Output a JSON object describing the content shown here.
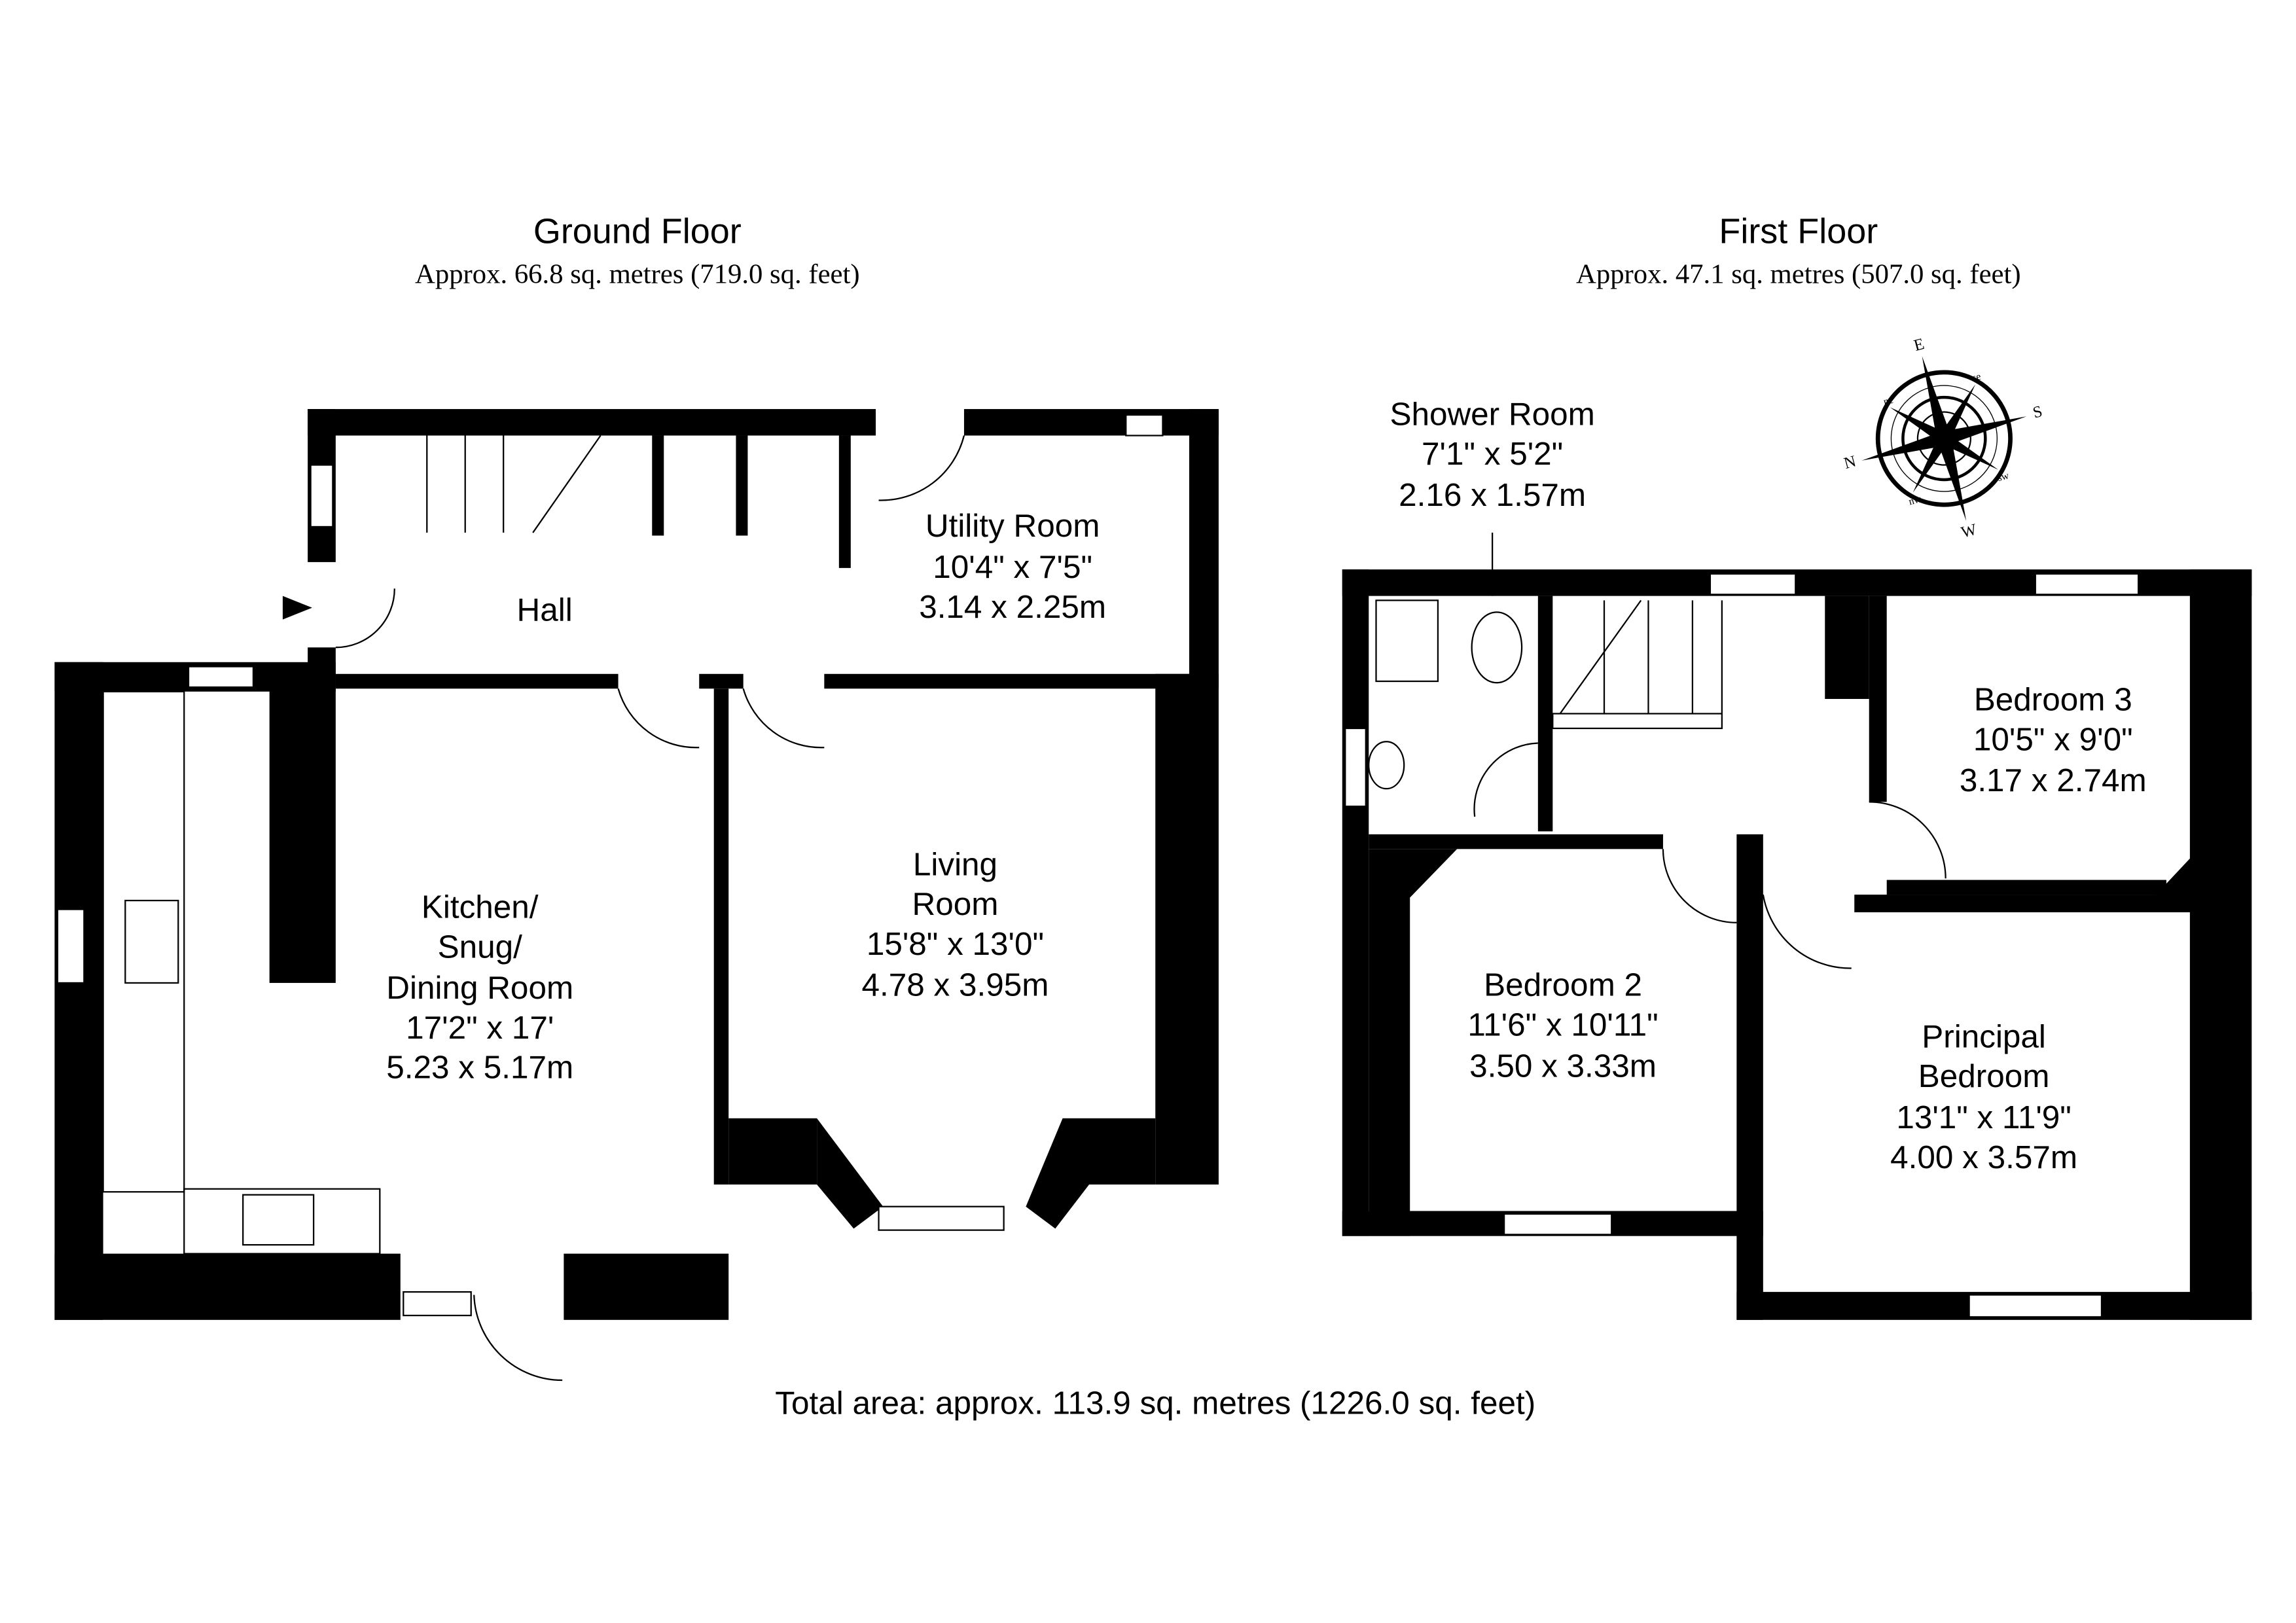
{
  "ground_floor": {
    "title": "Ground Floor",
    "area": "Approx. 66.8 sq. metres (719.0 sq. feet)",
    "rooms": {
      "hall": {
        "name": "Hall"
      },
      "utility": {
        "name": "Utility Room",
        "imperial": "10'4\" x 7'5\"",
        "metric": "3.14 x 2.25m"
      },
      "kitchen": {
        "name_1": "Kitchen/",
        "name_2": "Snug/",
        "name_3": "Dining Room",
        "imperial": "17'2\" x 17'",
        "metric": "5.23 x 5.17m"
      },
      "living": {
        "name_1": "Living",
        "name_2": "Room",
        "imperial": "15'8\" x 13'0\"",
        "metric": "4.78 x 3.95m"
      }
    }
  },
  "first_floor": {
    "title": "First Floor",
    "area": "Approx. 47.1 sq. metres (507.0 sq. feet)",
    "rooms": {
      "shower": {
        "name": "Shower Room",
        "imperial": "7'1\" x 5'2\"",
        "metric": "2.16 x 1.57m"
      },
      "bedroom3": {
        "name": "Bedroom 3",
        "imperial": "10'5\" x 9'0\"",
        "metric": "3.17 x 2.74m"
      },
      "bedroom2": {
        "name": "Bedroom 2",
        "imperial": "11'6\" x 10'11\"",
        "metric": "3.50 x 3.33m"
      },
      "principal": {
        "name_1": "Principal",
        "name_2": "Bedroom",
        "imperial": "13'1\" x 11'9\"",
        "metric": "4.00 x 3.57m"
      }
    }
  },
  "compass": {
    "n": "N",
    "e": "E",
    "s": "S",
    "w": "W",
    "ne": "ne",
    "se": "se",
    "sw": "sw",
    "nw": "nw"
  },
  "total_area": "Total area: approx. 113.9 sq. metres (1226.0 sq. feet)"
}
